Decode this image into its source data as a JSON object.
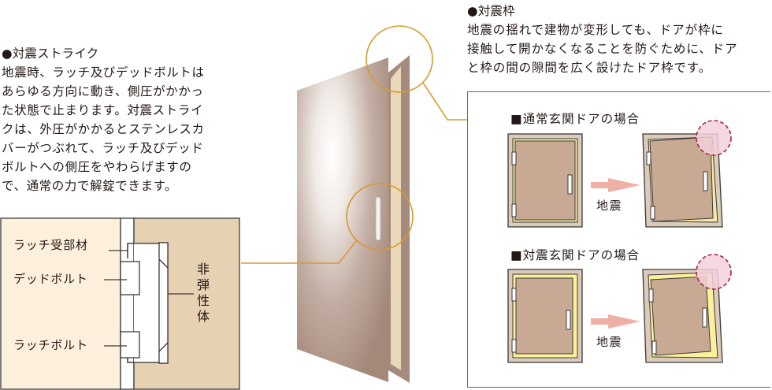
{
  "strike_section": {
    "heading": "●対震ストライク",
    "description_lines": [
      "地震時、ラッチ及びデッドボルトは",
      "あらゆる方向に動き、側圧がかかっ",
      "た状態で止まります。対震ストライ",
      "クは、外圧がかかるとステンレスカ",
      "バーがつぶれて、ラッチ及びデッド",
      "ボルトへの側圧をやわらげますの",
      "で、通常の力で解錠できます。"
    ],
    "diagram": {
      "labels": {
        "latch_receiver": "ラッチ受部材",
        "deadbolt": "デッドボルト",
        "latch_bolt": "ラッチボルト"
      },
      "vertical_label_chars": [
        "非",
        "弾",
        "性",
        "体"
      ],
      "colors": {
        "left_panel": "#fdf0dc",
        "right_panel": "#e6d2b3",
        "gap": "#ffffff",
        "line": "#3a3a3a"
      }
    }
  },
  "frame_section": {
    "heading": "●対震枠",
    "description_lines": [
      "地震の揺れで建物が変形しても、ドアが枠に",
      "接触して開かなくなることを防ぐために、ドア",
      "と枠の間の隙間を広く設けたドア枠です。"
    ],
    "cases": [
      {
        "title": "■通常玄関ドアの場合",
        "arrow_label": "地震"
      },
      {
        "title": "■対震玄関ドアの場合",
        "arrow_label": "地震"
      }
    ],
    "colors": {
      "frame": "#dccbbb",
      "gap_normal": "#f3e9a0",
      "gap_seismic": "#fbf19a",
      "door": "#c8aa94",
      "arrow": "#eeb0a4",
      "contact_circle_fill": "#f3d1dc",
      "contact_circle_stroke": "#a7243f",
      "box_border": "#666666"
    }
  },
  "door_illustration": {
    "callout_color": "#d89a2e",
    "door_color": "#a58b7c",
    "frame_edge_color": "#ead9b9"
  }
}
